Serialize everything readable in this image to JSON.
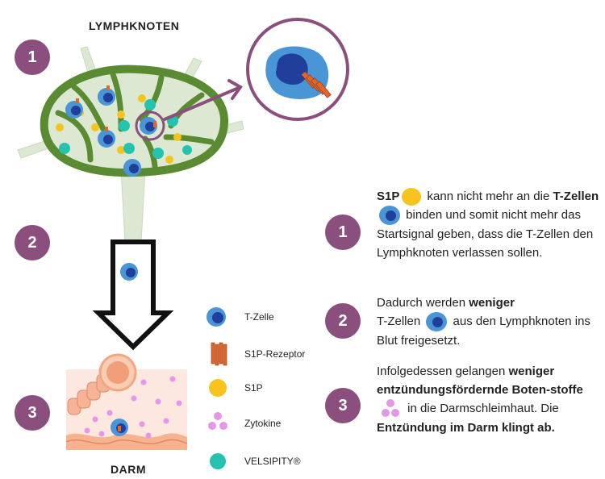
{
  "titles": {
    "lymph_node": "LYMPHKNOTEN",
    "gut": "DARM"
  },
  "left_badges": [
    "1",
    "2",
    "3"
  ],
  "legend": [
    {
      "icon": "t-cell-icon",
      "label": "T-Zelle"
    },
    {
      "icon": "s1p-receptor-icon",
      "label": "S1P-Rezeptor"
    },
    {
      "icon": "s1p-icon",
      "label": "S1P"
    },
    {
      "icon": "cytokine-icon",
      "label": "Zytokine"
    },
    {
      "icon": "velsipity-icon",
      "label": "VELSIPITY®"
    }
  ],
  "steps": [
    {
      "number": "1",
      "s1p": "S1P",
      "t1": " kann nicht mehr an die ",
      "tcells": "T-Zellen",
      "t2": " binden und somit nicht mehr das Startsignal geben, dass die T-Zellen den Lymphknoten verlassen sollen."
    },
    {
      "number": "2",
      "t1": "Dadurch werden ",
      "fewer": "weniger",
      "t2": "T-Zellen ",
      "t3": " aus den Lymphknoten ins Blut freigesetzt."
    },
    {
      "number": "3",
      "t1": "Infolgedessen gelangen ",
      "fewer_infl": "weniger entzündungsfördernde Boten-stoffe",
      "t2": " in die Darmschleimhaut. Die ",
      "infl_gut": "Entzündung im Darm klingt ab."
    }
  ],
  "colors": {
    "badge": "#8a4f7d",
    "lymph_outer": "#5a8a32",
    "lymph_inner": "#dde8d2",
    "t_cell": "#4a95d6",
    "t_cell_nucleus": "#203f9a",
    "receptor": "#e0662a",
    "s1p": "#f7c31e",
    "cytokine": "#e596e8",
    "velsipity": "#25c2b0",
    "zoom_ring": "#8a4f7d"
  }
}
